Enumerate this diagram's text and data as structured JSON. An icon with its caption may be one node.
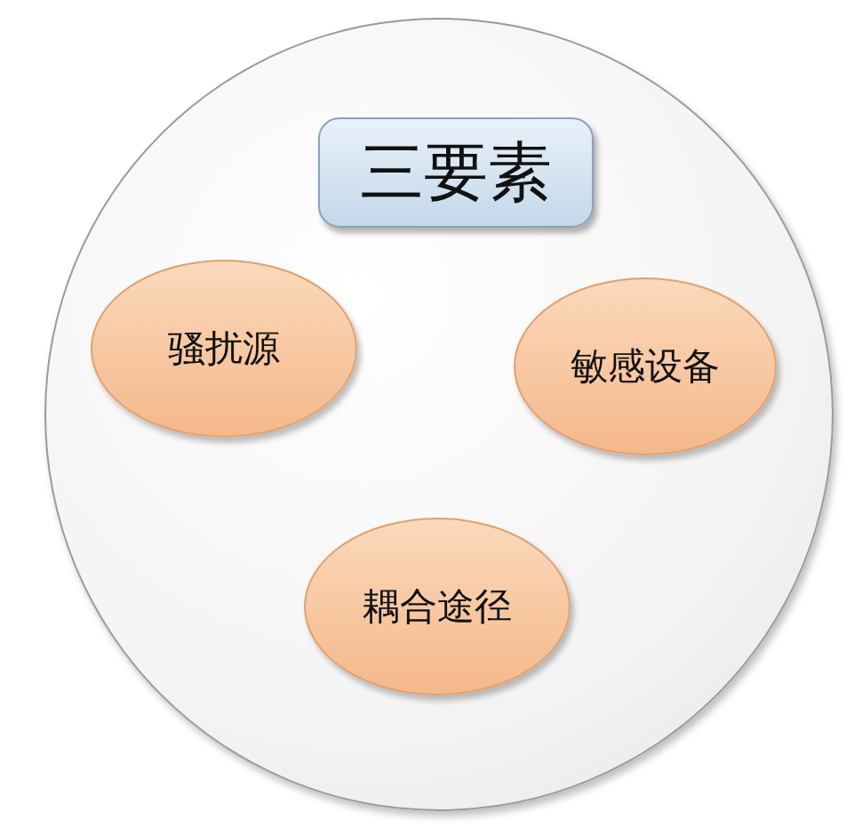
{
  "diagram": {
    "nodes": [
      {
        "text": [],
        "shape": "circle"
      },
      {
        "text": [
          "三要素"
        ],
        "in": 0
      },
      {
        "text": [
          "骚扰源"
        ],
        "in": 0
      },
      {
        "text": [
          "敏感设备"
        ],
        "in": 0
      },
      {
        "text": [
          "耦合途径"
        ],
        "in": 0
      }
    ]
  }
}
